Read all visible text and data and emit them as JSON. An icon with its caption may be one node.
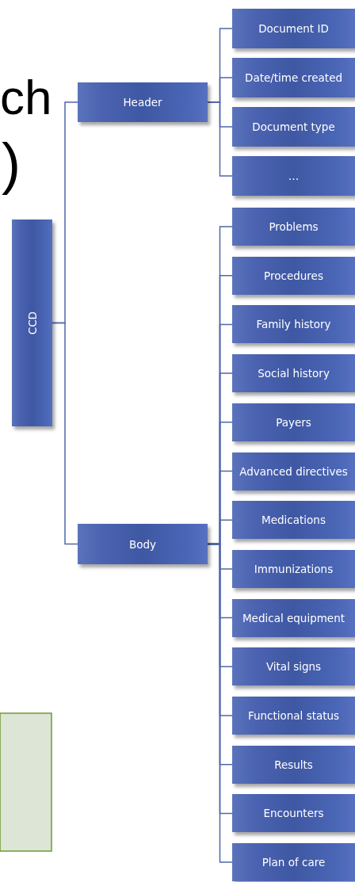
{
  "diagram": {
    "nodes": [
      {
        "text": [
          "CCD"
        ]
      },
      {
        "text": [
          "Header"
        ]
      },
      {
        "text": [
          "Document ID"
        ]
      },
      {
        "text": [
          "Date/time created"
        ]
      },
      {
        "text": [
          "Document type"
        ]
      },
      {
        "text": [
          "…"
        ]
      },
      {
        "text": [
          "Body"
        ]
      },
      {
        "text": [
          "Problems"
        ]
      },
      {
        "text": [
          "Procedures"
        ]
      },
      {
        "text": [
          "Family history"
        ]
      },
      {
        "text": [
          "Social history"
        ]
      },
      {
        "text": [
          "Payers"
        ]
      },
      {
        "text": [
          "Advanced directives"
        ]
      },
      {
        "text": [
          "Medications"
        ]
      },
      {
        "text": [
          "Immunizations"
        ]
      },
      {
        "text": [
          "Medical equipment"
        ]
      },
      {
        "text": [
          "Vital signs"
        ]
      },
      {
        "text": [
          "Functional status"
        ]
      },
      {
        "text": [
          "Results"
        ]
      },
      {
        "text": [
          "Encounters"
        ]
      },
      {
        "text": [
          "Plan of care"
        ]
      }
    ],
    "edges": [
      {
        "from": 0,
        "to": 1,
        "arrow": "none"
      },
      {
        "from": 0,
        "to": 6,
        "arrow": "none"
      },
      {
        "from": 1,
        "to": 2,
        "arrow": "none"
      },
      {
        "from": 1,
        "to": 3,
        "arrow": "none"
      },
      {
        "from": 1,
        "to": 4,
        "arrow": "none"
      },
      {
        "from": 1,
        "to": 5,
        "arrow": "none"
      },
      {
        "from": 6,
        "to": 7,
        "arrow": "none"
      },
      {
        "from": 6,
        "to": 8,
        "arrow": "none"
      },
      {
        "from": 6,
        "to": 9,
        "arrow": "none"
      },
      {
        "from": 6,
        "to": 10,
        "arrow": "none"
      },
      {
        "from": 6,
        "to": 11,
        "arrow": "none"
      },
      {
        "from": 6,
        "to": 12,
        "arrow": "none"
      },
      {
        "from": 6,
        "to": 13,
        "arrow": "none"
      },
      {
        "from": 6,
        "to": 14,
        "arrow": "none"
      },
      {
        "from": 6,
        "to": 15,
        "arrow": "none"
      },
      {
        "from": 6,
        "to": 16,
        "arrow": "none"
      },
      {
        "from": 6,
        "to": 17,
        "arrow": "none"
      },
      {
        "from": 6,
        "to": 18,
        "arrow": "none"
      },
      {
        "from": 6,
        "to": 19,
        "arrow": "none"
      },
      {
        "from": 6,
        "to": 20,
        "arrow": "none"
      }
    ],
    "labels": [
      "ch",
      ")"
    ]
  }
}
